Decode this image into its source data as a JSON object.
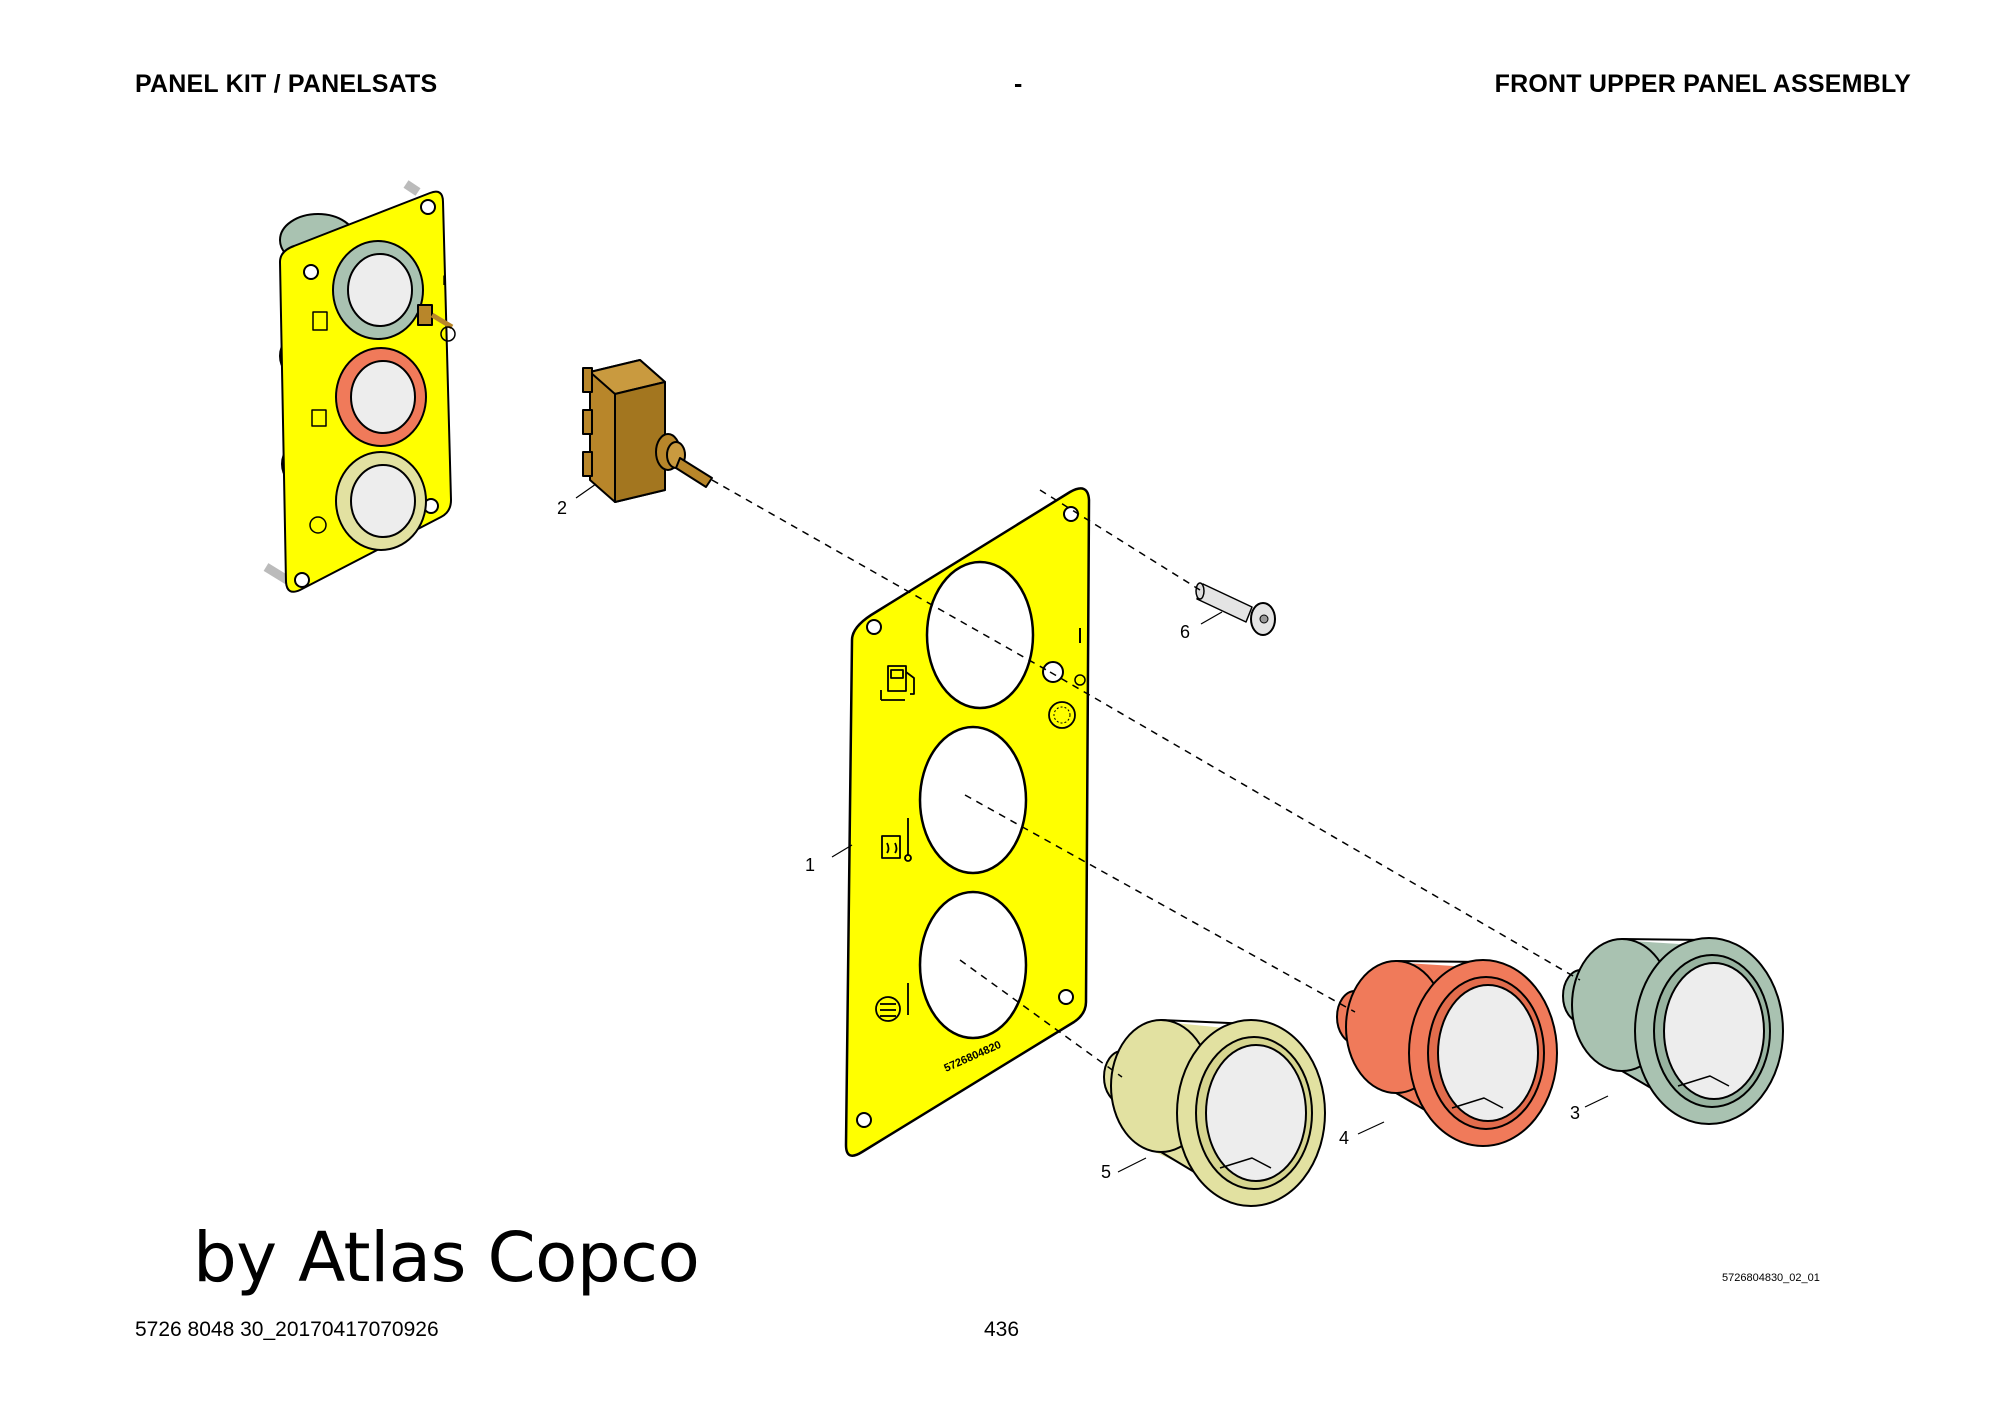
{
  "header": {
    "left": "PANEL KIT / PANELSATS",
    "middle": "-",
    "right": "FRONT UPPER PANEL ASSEMBLY"
  },
  "callouts": {
    "c1": "1",
    "c2": "2",
    "c3": "3",
    "c4": "4",
    "c5": "5",
    "c6": "6"
  },
  "panel_marking": "5726804820",
  "brand": "by Atlas Copco",
  "drawing_id": "5726804830_02_01",
  "footer": {
    "doc_id": "5726 8048 30_20170417070926",
    "page": "436"
  },
  "colors": {
    "panel": "#ffff00",
    "gauge_green": "#a9c2b1",
    "gauge_red": "#f07a5a",
    "gauge_cream": "#e2e1a1",
    "switch_brown": "#b8862a",
    "lens": "#ededed"
  },
  "icons": [
    "fuel-level-icon",
    "temperature-icon",
    "oil-pressure-icon",
    "rpm-dial-icon"
  ]
}
